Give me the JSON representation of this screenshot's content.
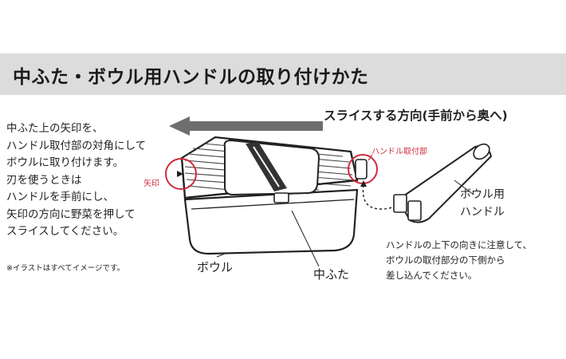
{
  "title": "中ふた・ボウル用ハンドルの取り付けかた",
  "instructions": [
    "中ふた上の矢印を、",
    "ハンドル取付部の対角にして",
    "ボウルに取り付けます。",
    "刃を使うときは",
    "ハンドルを手前にし、",
    "矢印の方向に野菜を押して",
    "スライスしてください。"
  ],
  "illustration_note": "※イラストはすべてイメージです。",
  "slice_direction": "スライスする方向(手前から奥へ)",
  "labels": {
    "handle_mount": "ハンドル取付部",
    "arrow_mark": "矢印",
    "bowl": "ボウル",
    "inner_lid": "中ふた",
    "bowl_handle": [
      "ボウル用",
      "ハンドル"
    ]
  },
  "handle_note": [
    "ハンドルの上下の向きに注意して、",
    "ボウルの取付部分の下側から",
    "差し込んでください。"
  ],
  "colors": {
    "title_bar": "#dcdcdc",
    "callout_red": "#d12b3a",
    "arrow_gray": "#6e6e6e"
  }
}
